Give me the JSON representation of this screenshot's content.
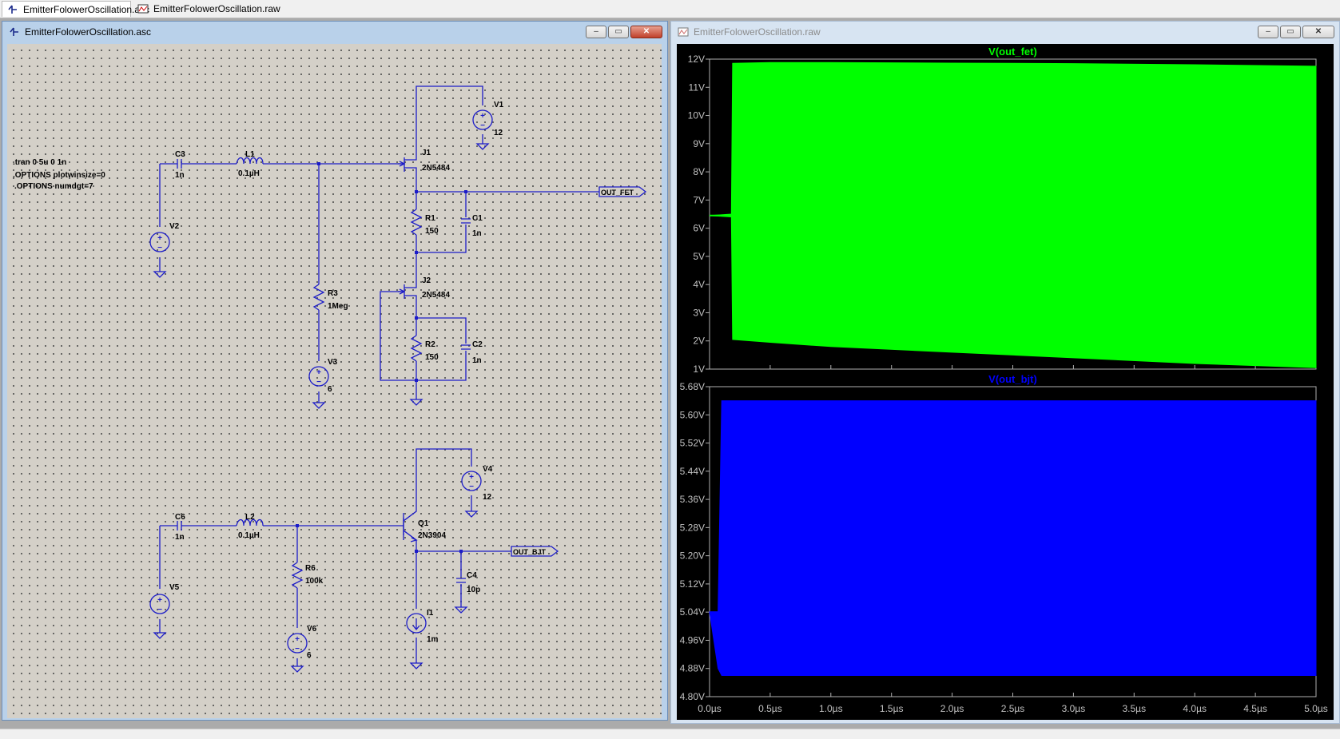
{
  "tabs": [
    {
      "label": "EmitterFolowerOscillation.asc",
      "icon": "schematic-icon",
      "active": true
    },
    {
      "label": "EmitterFolowerOscillation.raw",
      "icon": "waveform-icon",
      "active": false
    }
  ],
  "schematic_window": {
    "title": "EmitterFolowerOscillation.asc",
    "buttons": {
      "minimize": "‒",
      "restore": "▭",
      "close": "✕"
    },
    "directives": [
      ".tran 0 5u 0 1n",
      ".OPTIONS plotwinsize=0",
      ".OPTIONS numdgt=7"
    ],
    "components": {
      "C3": {
        "name": "C3",
        "value": "1n"
      },
      "L1": {
        "name": "L1",
        "value": "0.1µH"
      },
      "V2": {
        "name": "V2"
      },
      "R3": {
        "name": "R3",
        "value": "1Meg"
      },
      "V3": {
        "name": "V3",
        "value": "6"
      },
      "J1": {
        "name": "J1",
        "value": "2N5484"
      },
      "V1": {
        "name": "V1",
        "value": "12"
      },
      "R1": {
        "name": "R1",
        "value": "150"
      },
      "C1": {
        "name": "C1",
        "value": "1n"
      },
      "J2": {
        "name": "J2",
        "value": "2N5484"
      },
      "R2": {
        "name": "R2",
        "value": "150"
      },
      "C2": {
        "name": "C2",
        "value": "1n"
      },
      "C6": {
        "name": "C6",
        "value": "1n"
      },
      "L2": {
        "name": "L2",
        "value": "0.1µH"
      },
      "V5": {
        "name": "V5"
      },
      "R6": {
        "name": "R6",
        "value": "100k"
      },
      "V6": {
        "name": "V6",
        "value": "6"
      },
      "Q1": {
        "name": "Q1",
        "value": "2N3904"
      },
      "V4": {
        "name": "V4",
        "value": "12"
      },
      "C4": {
        "name": "C4",
        "value": "10p"
      },
      "I1": {
        "name": "I1",
        "value": "1m"
      }
    },
    "net_labels": {
      "out_fet": "OUT_FET",
      "out_bjt": "OUT_BJT"
    }
  },
  "waveform_window": {
    "title": "EmitterFolowerOscillation.raw",
    "buttons": {
      "minimize": "‒",
      "restore": "▭",
      "close": "✕"
    },
    "x_ticks": [
      "0.0µs",
      "0.5µs",
      "1.0µs",
      "1.5µs",
      "2.0µs",
      "2.5µs",
      "3.0µs",
      "3.5µs",
      "4.0µs",
      "4.5µs",
      "5.0µs"
    ]
  },
  "chart_data": [
    {
      "type": "line",
      "title": "V(out_fet)",
      "color": "#00ff00",
      "xlim": [
        0,
        5
      ],
      "ylim": [
        1,
        12
      ],
      "y_ticks": [
        "12V",
        "11V",
        "10V",
        "9V",
        "8V",
        "7V",
        "6V",
        "5V",
        "4V",
        "3V",
        "2V",
        "1V"
      ],
      "series": [
        {
          "name": "V(out_fet)",
          "x": [
            0.0,
            0.18,
            0.19,
            0.5,
            1.0,
            2.0,
            3.0,
            4.0,
            5.0
          ],
          "upper_envelope": [
            6.45,
            6.5,
            11.85,
            11.88,
            11.88,
            11.86,
            11.84,
            11.8,
            11.75
          ],
          "lower_envelope": [
            6.45,
            6.4,
            2.05,
            1.95,
            1.8,
            1.6,
            1.4,
            1.2,
            1.05
          ]
        }
      ]
    },
    {
      "type": "line",
      "title": "V(out_bjt)",
      "color": "#0000ff",
      "xlim": [
        0,
        5
      ],
      "ylim": [
        4.8,
        5.68
      ],
      "y_ticks": [
        "5.68V",
        "5.60V",
        "5.52V",
        "5.44V",
        "5.36V",
        "5.28V",
        "5.20V",
        "5.12V",
        "5.04V",
        "4.96V",
        "4.88V",
        "4.80V"
      ],
      "series": [
        {
          "name": "V(out_bjt)",
          "x": [
            0.0,
            0.07,
            0.1,
            1.0,
            2.0,
            3.0,
            4.0,
            5.0
          ],
          "upper_envelope": [
            5.04,
            5.04,
            5.64,
            5.64,
            5.64,
            5.64,
            5.64,
            5.64
          ],
          "lower_envelope": [
            5.04,
            4.88,
            4.86,
            4.86,
            4.86,
            4.86,
            4.86,
            4.86
          ]
        }
      ]
    }
  ]
}
